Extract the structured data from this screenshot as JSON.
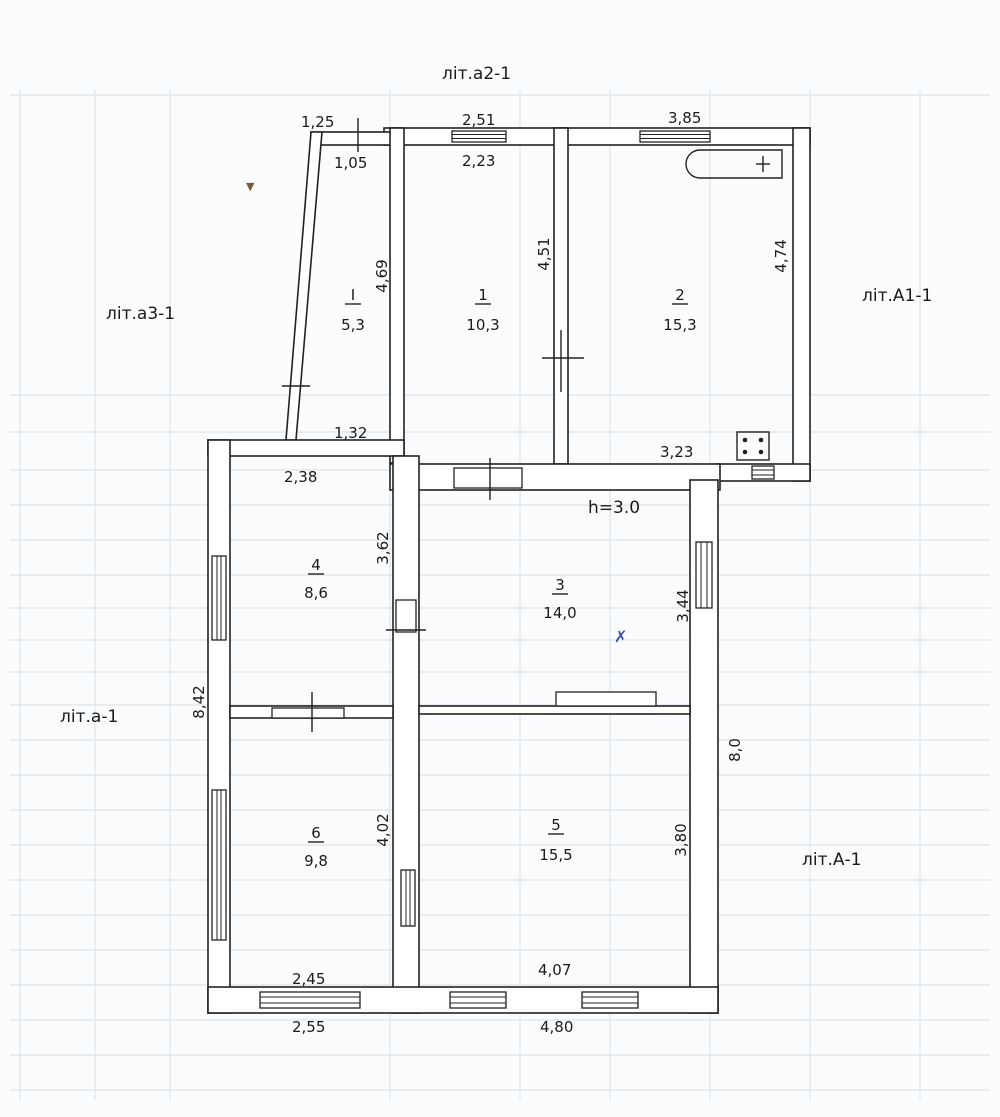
{
  "letters": {
    "a2": "літ.а2-1",
    "a3": "літ.а3-1",
    "A1": "літ.А1-1",
    "a": "літ.а-1",
    "A": "літ.А-1"
  },
  "height_note": "h=3.0",
  "rooms": [
    {
      "number": "I",
      "area": "5,3"
    },
    {
      "number": "1",
      "area": "10,3"
    },
    {
      "number": "2",
      "area": "15,3"
    },
    {
      "number": "3",
      "area": "14,0"
    },
    {
      "number": "4",
      "area": "8,6"
    },
    {
      "number": "5",
      "area": "15,5"
    },
    {
      "number": "6",
      "area": "9,8"
    }
  ],
  "dimensions": {
    "d_1_25": "1,25",
    "d_1_05": "1,05",
    "d_2_51": "2,51",
    "d_2_23": "2,23",
    "d_3_85": "3,85",
    "d_4_69": "4,69",
    "d_4_51": "4,51",
    "d_4_74": "4,74",
    "d_1_32": "1,32",
    "d_2_38": "2,38",
    "d_3_23": "3,23",
    "d_3_62": "3,62",
    "d_3_44": "3,44",
    "d_8_42": "8,42",
    "d_8_0": "8,0",
    "d_4_02": "4,02",
    "d_3_80": "3,80",
    "d_2_45": "2,45",
    "d_4_07": "4,07",
    "d_2_55": "2,55",
    "d_4_80": "4,80"
  }
}
